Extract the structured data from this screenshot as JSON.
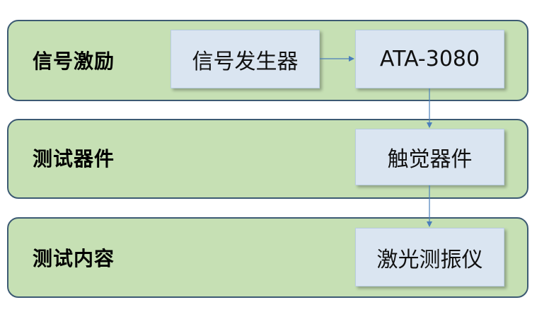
{
  "bands": {
    "signal": {
      "label": "信号激励"
    },
    "device": {
      "label": "测试器件"
    },
    "content": {
      "label": "测试内容"
    }
  },
  "nodes": {
    "generator": "信号发生器",
    "amplifier": "ATA-3080",
    "haptic": "触觉器件",
    "vibrometer": "激光测振仪"
  },
  "colors": {
    "band_fill": "#c6e0b4",
    "band_border": "#3c5a73",
    "node_fill": "#dae5f1",
    "arrow": "#4a7ebb"
  }
}
